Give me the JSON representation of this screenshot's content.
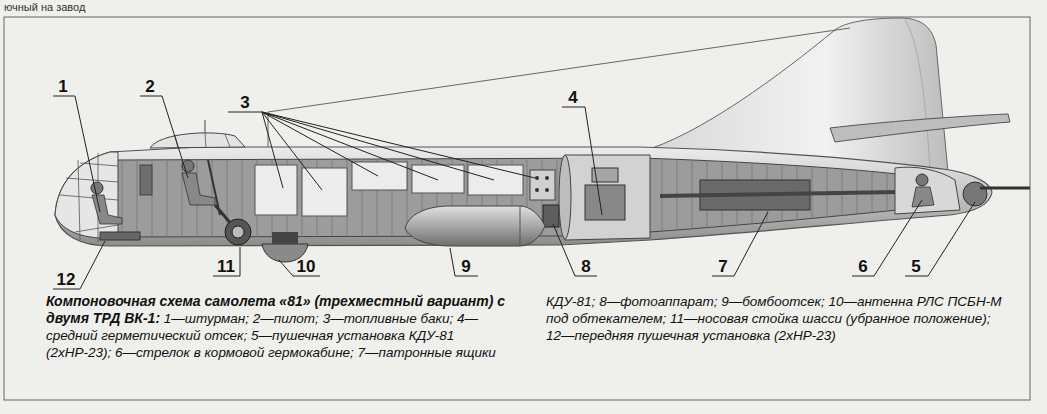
{
  "diagram": {
    "caption": "Компоновочная схема самолета «81» (трехместный вариант) с двумя ТРД ВК-1:",
    "labels": [
      "ючный на завод",
      "1",
      "2",
      "3",
      "4",
      "5",
      "6",
      "7",
      "8",
      "9",
      "10",
      "11",
      "12",
      "1—штурман;",
      "2—пилот;",
      "3—топливные баки;",
      "4—средний герметический отсек;",
      "5—пушечная установка КДУ-81 (2хНР-23);",
      "6—стрелок в кормовой гермокабине;",
      "7—патронные ящики КДУ-81;",
      "8—фотоаппарат;",
      "9—бомбоотсек;",
      "10—антенна РЛС ПСБН-М под обтекателем;",
      "11—носовая стойка шасси (убранное положение);",
      "12—передняя пушечная установка (2хНР-23)"
    ]
  }
}
